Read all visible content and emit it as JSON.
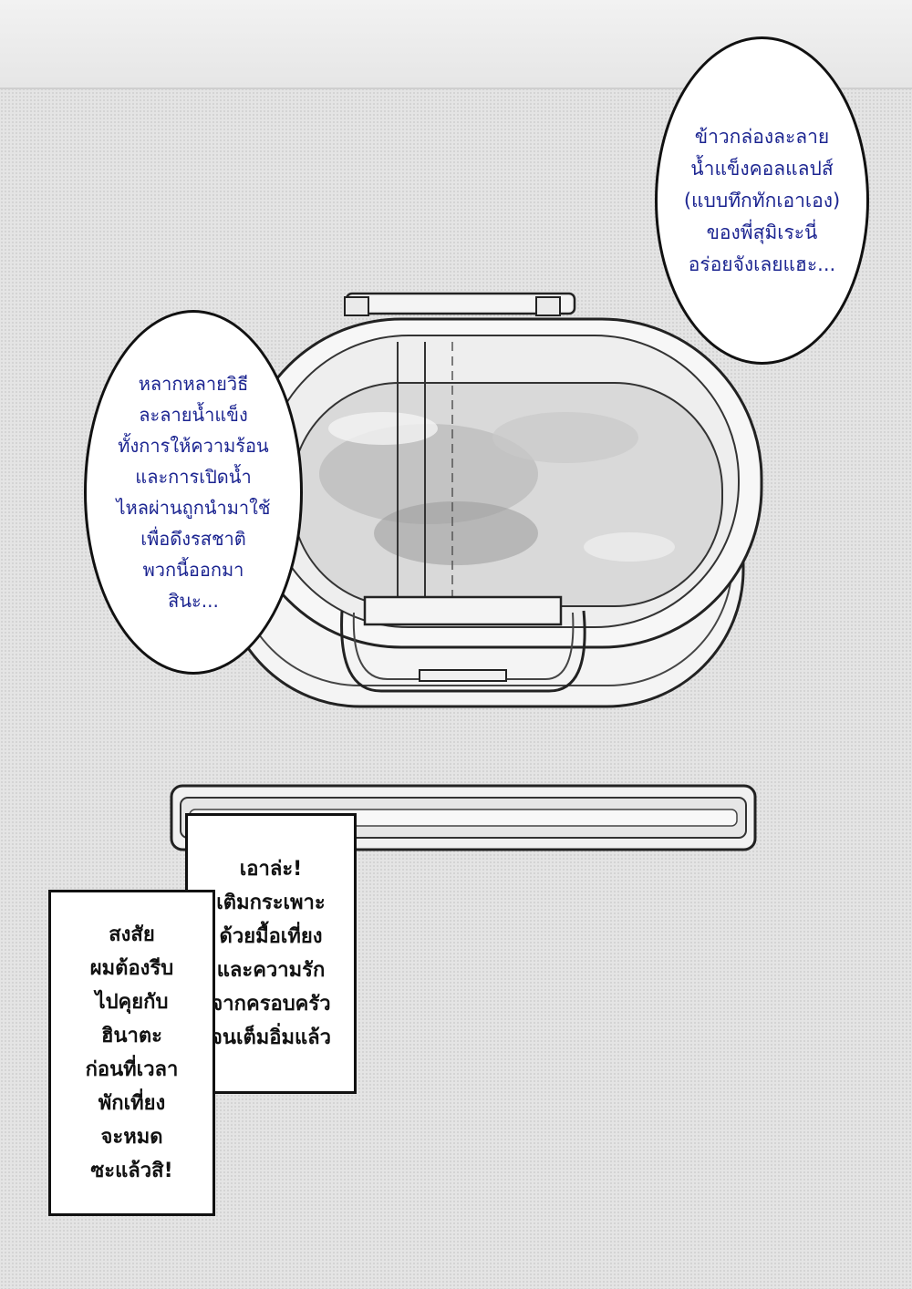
{
  "panels": {
    "bubble_top_right": "ข้าวกล่องละลาย\nน้ำแข็งคอลแลปส์\n(แบบทึกทักเอาเอง)\nของพี่สุมิเระนี่\nอร่อยจังเลยแฮะ...",
    "bubble_left": "หลากหลายวิธี\nละลายน้ำแข็ง\nทั้งการให้ความร้อน\nและการเปิดน้ำ\nไหลผ่านถูกนำมาใช้\nเพื่อดึงรสชาติ\nพวกนี้ออกมา\nสินะ...",
    "box_right": "เอาล่ะ!\nเติมกระเพาะ\nด้วยมื้อเที่ยง\nและความรัก\nจากครอบครัว\nจนเต็มอิ่มแล้ว",
    "box_left": "สงสัย\nผมต้องรีบ\nไปคุยกับ\nฮินาตะ\nก่อนที่เวลา\nพักเที่ยง\nจะหมด\nซะแล้วสิ!"
  },
  "colors": {
    "narration_text": "#1c2591",
    "speech_text": "#111111",
    "screentone": "#e4e4e4"
  },
  "icons": [
    "bento-box-icon",
    "chopstick-case-icon"
  ]
}
